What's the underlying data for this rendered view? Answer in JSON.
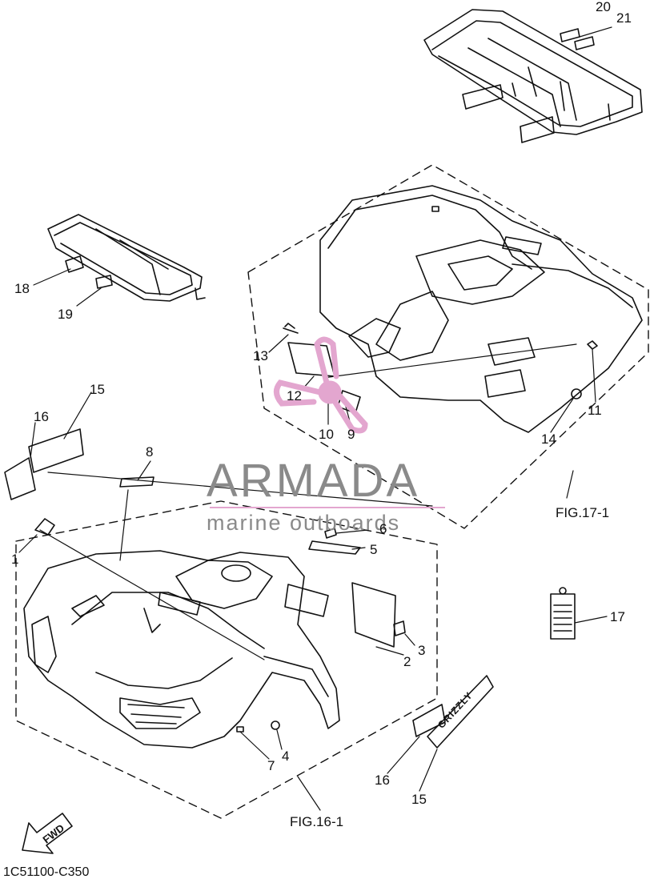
{
  "callouts": [
    {
      "id": "c20",
      "text": "20"
    },
    {
      "id": "c21",
      "text": "21"
    },
    {
      "id": "c18",
      "text": "18"
    },
    {
      "id": "c19",
      "text": "19"
    },
    {
      "id": "c13",
      "text": "13"
    },
    {
      "id": "c12",
      "text": "12"
    },
    {
      "id": "c10",
      "text": "10"
    },
    {
      "id": "c9",
      "text": "9"
    },
    {
      "id": "c11",
      "text": "11"
    },
    {
      "id": "c14",
      "text": "14"
    },
    {
      "id": "c16a",
      "text": "16"
    },
    {
      "id": "c15a",
      "text": "15"
    },
    {
      "id": "c8",
      "text": "8"
    },
    {
      "id": "c6",
      "text": "6"
    },
    {
      "id": "c5",
      "text": "5"
    },
    {
      "id": "c1",
      "text": "1"
    },
    {
      "id": "c3",
      "text": "3"
    },
    {
      "id": "c2",
      "text": "2"
    },
    {
      "id": "c17",
      "text": "17"
    },
    {
      "id": "c4",
      "text": "4"
    },
    {
      "id": "c7",
      "text": "7"
    },
    {
      "id": "c16b",
      "text": "16"
    },
    {
      "id": "c15b",
      "text": "15"
    }
  ],
  "fig_refs": {
    "rear": "FIG.17-1",
    "front": "FIG.16-1"
  },
  "fwd_label": "FWD",
  "drawing_code": "1C51100-C350",
  "watermark": {
    "title": "ARMADA",
    "subtitle": "marine outboards",
    "logo_color": "#e3a6cf",
    "text_color": "#8a8a8a"
  },
  "decal_text": {
    "front_badge": "GRIZZLY"
  }
}
